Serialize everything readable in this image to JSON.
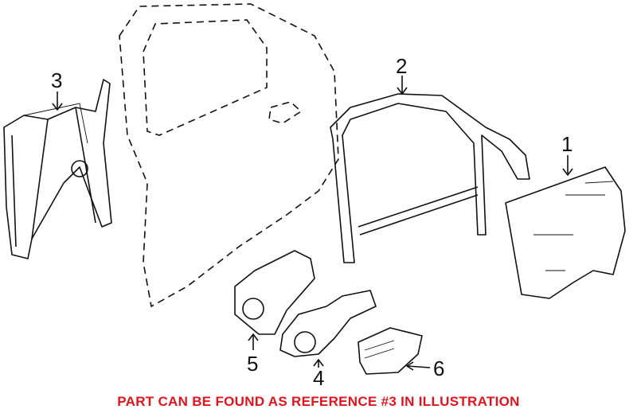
{
  "callouts": [
    "1",
    "2",
    "3",
    "4",
    "5",
    "6"
  ],
  "note": "PART CAN BE FOUND AS REFERENCE #3 IN ILLUSTRATION",
  "colors": {
    "note": "#e0141e",
    "lines": "#111111"
  }
}
